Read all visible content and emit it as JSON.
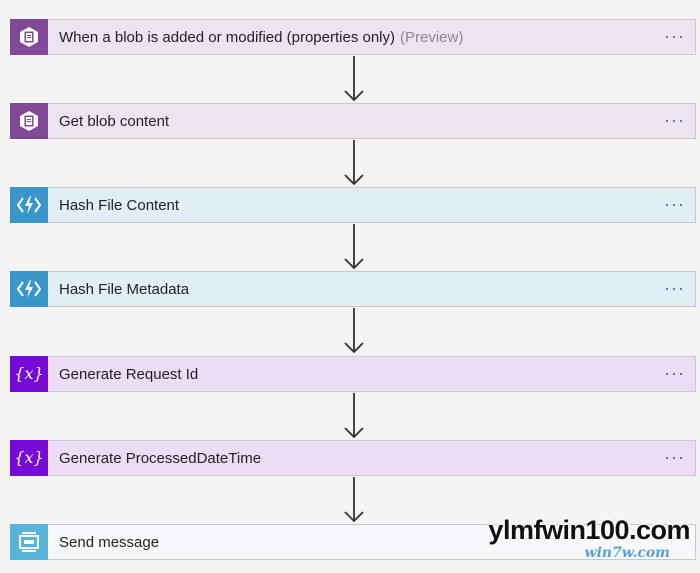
{
  "steps": [
    {
      "kind": "blob",
      "icon": "blob-storage-icon",
      "title": "When a blob is added or modified (properties only)",
      "suffix": "(Preview)",
      "more": "···"
    },
    {
      "kind": "blob",
      "icon": "blob-storage-icon",
      "title": "Get blob content",
      "suffix": "",
      "more": "···"
    },
    {
      "kind": "func",
      "icon": "azure-function-icon",
      "title": "Hash File Content",
      "suffix": "",
      "more": "···"
    },
    {
      "kind": "func",
      "icon": "azure-function-icon",
      "title": "Hash File Metadata",
      "suffix": "",
      "more": "···"
    },
    {
      "kind": "var",
      "icon": "variable-icon",
      "title": "Generate Request Id",
      "suffix": "",
      "more": "···"
    },
    {
      "kind": "var",
      "icon": "variable-icon",
      "title": "Generate ProcessedDateTime",
      "suffix": "",
      "more": "···"
    },
    {
      "kind": "sb",
      "icon": "service-bus-icon",
      "title": "Send message",
      "suffix": "",
      "more": ""
    }
  ],
  "icon_glyphs": {
    "variable": "{x}"
  },
  "colors": {
    "blob_accent": "#804998",
    "function_accent": "#3a96c8",
    "variable_accent": "#770bd6",
    "servicebus_accent": "#59b4d9",
    "more_dots": "#2f6fc2"
  },
  "watermark": {
    "main": "ylmfwin100.com",
    "sub": "win7w.com"
  }
}
